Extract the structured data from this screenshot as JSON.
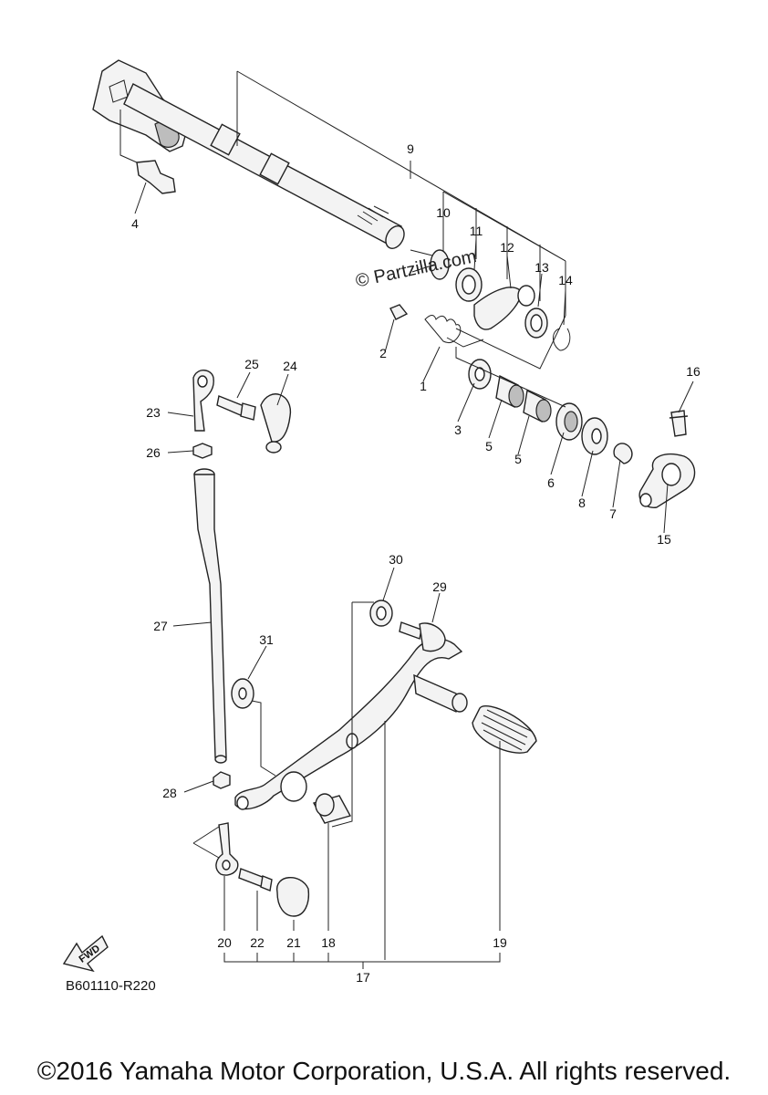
{
  "parts": {
    "callouts": [
      {
        "id": "c1",
        "text": "1"
      },
      {
        "id": "c2",
        "text": "2"
      },
      {
        "id": "c3",
        "text": "3"
      },
      {
        "id": "c4",
        "text": "4"
      },
      {
        "id": "c5a",
        "text": "5"
      },
      {
        "id": "c5b",
        "text": "5"
      },
      {
        "id": "c6",
        "text": "6"
      },
      {
        "id": "c7",
        "text": "7"
      },
      {
        "id": "c8",
        "text": "8"
      },
      {
        "id": "c9",
        "text": "9"
      },
      {
        "id": "c10",
        "text": "10"
      },
      {
        "id": "c11",
        "text": "11"
      },
      {
        "id": "c12",
        "text": "12"
      },
      {
        "id": "c13",
        "text": "13"
      },
      {
        "id": "c14",
        "text": "14"
      },
      {
        "id": "c15",
        "text": "15"
      },
      {
        "id": "c16",
        "text": "16"
      },
      {
        "id": "c17",
        "text": "17"
      },
      {
        "id": "c18",
        "text": "18"
      },
      {
        "id": "c19",
        "text": "19"
      },
      {
        "id": "c20",
        "text": "20"
      },
      {
        "id": "c21",
        "text": "21"
      },
      {
        "id": "c22",
        "text": "22"
      },
      {
        "id": "c23",
        "text": "23"
      },
      {
        "id": "c24",
        "text": "24"
      },
      {
        "id": "c25",
        "text": "25"
      },
      {
        "id": "c26",
        "text": "26"
      },
      {
        "id": "c27",
        "text": "27"
      },
      {
        "id": "c28",
        "text": "28"
      },
      {
        "id": "c29",
        "text": "29"
      },
      {
        "id": "c30",
        "text": "30"
      },
      {
        "id": "c31",
        "text": "31"
      }
    ]
  },
  "watermark": "© Partzilla.com",
  "fwd_arrow_text": "FWD",
  "diagram_code": "B601110-R220",
  "copyright": "©2016 Yamaha Motor Corporation, U.S.A. All rights reserved."
}
